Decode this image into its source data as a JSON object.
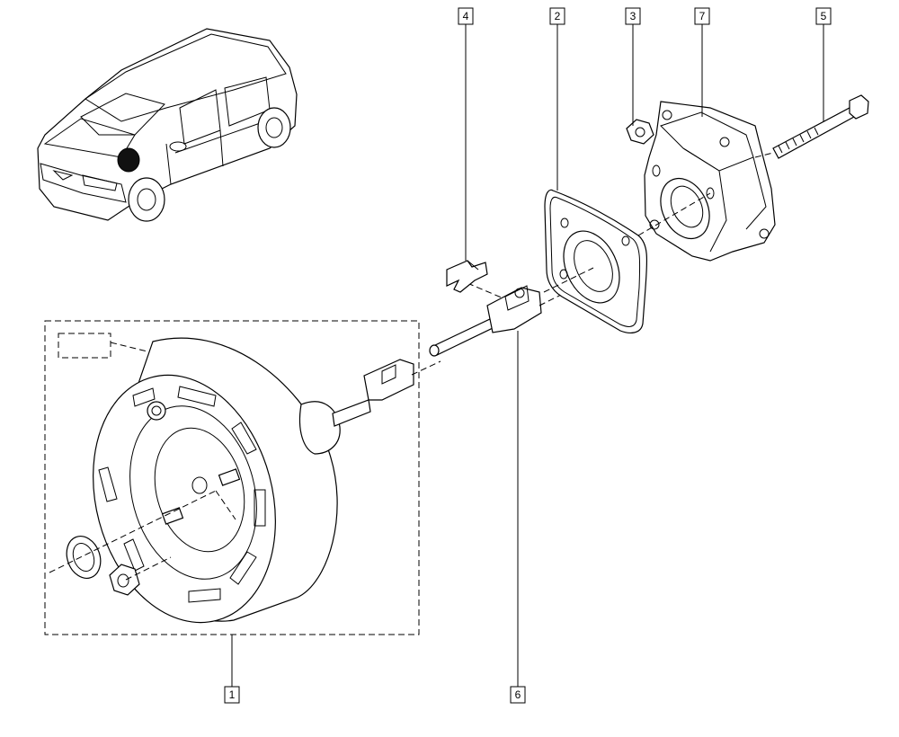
{
  "diagram": {
    "callouts": [
      {
        "id": "4",
        "label": "4"
      },
      {
        "id": "2",
        "label": "2"
      },
      {
        "id": "3",
        "label": "3"
      },
      {
        "id": "7",
        "label": "7"
      },
      {
        "id": "5",
        "label": "5"
      },
      {
        "id": "1",
        "label": "1"
      },
      {
        "id": "6",
        "label": "6"
      }
    ],
    "highlight_color": "#111111",
    "line_color": "#000000"
  }
}
